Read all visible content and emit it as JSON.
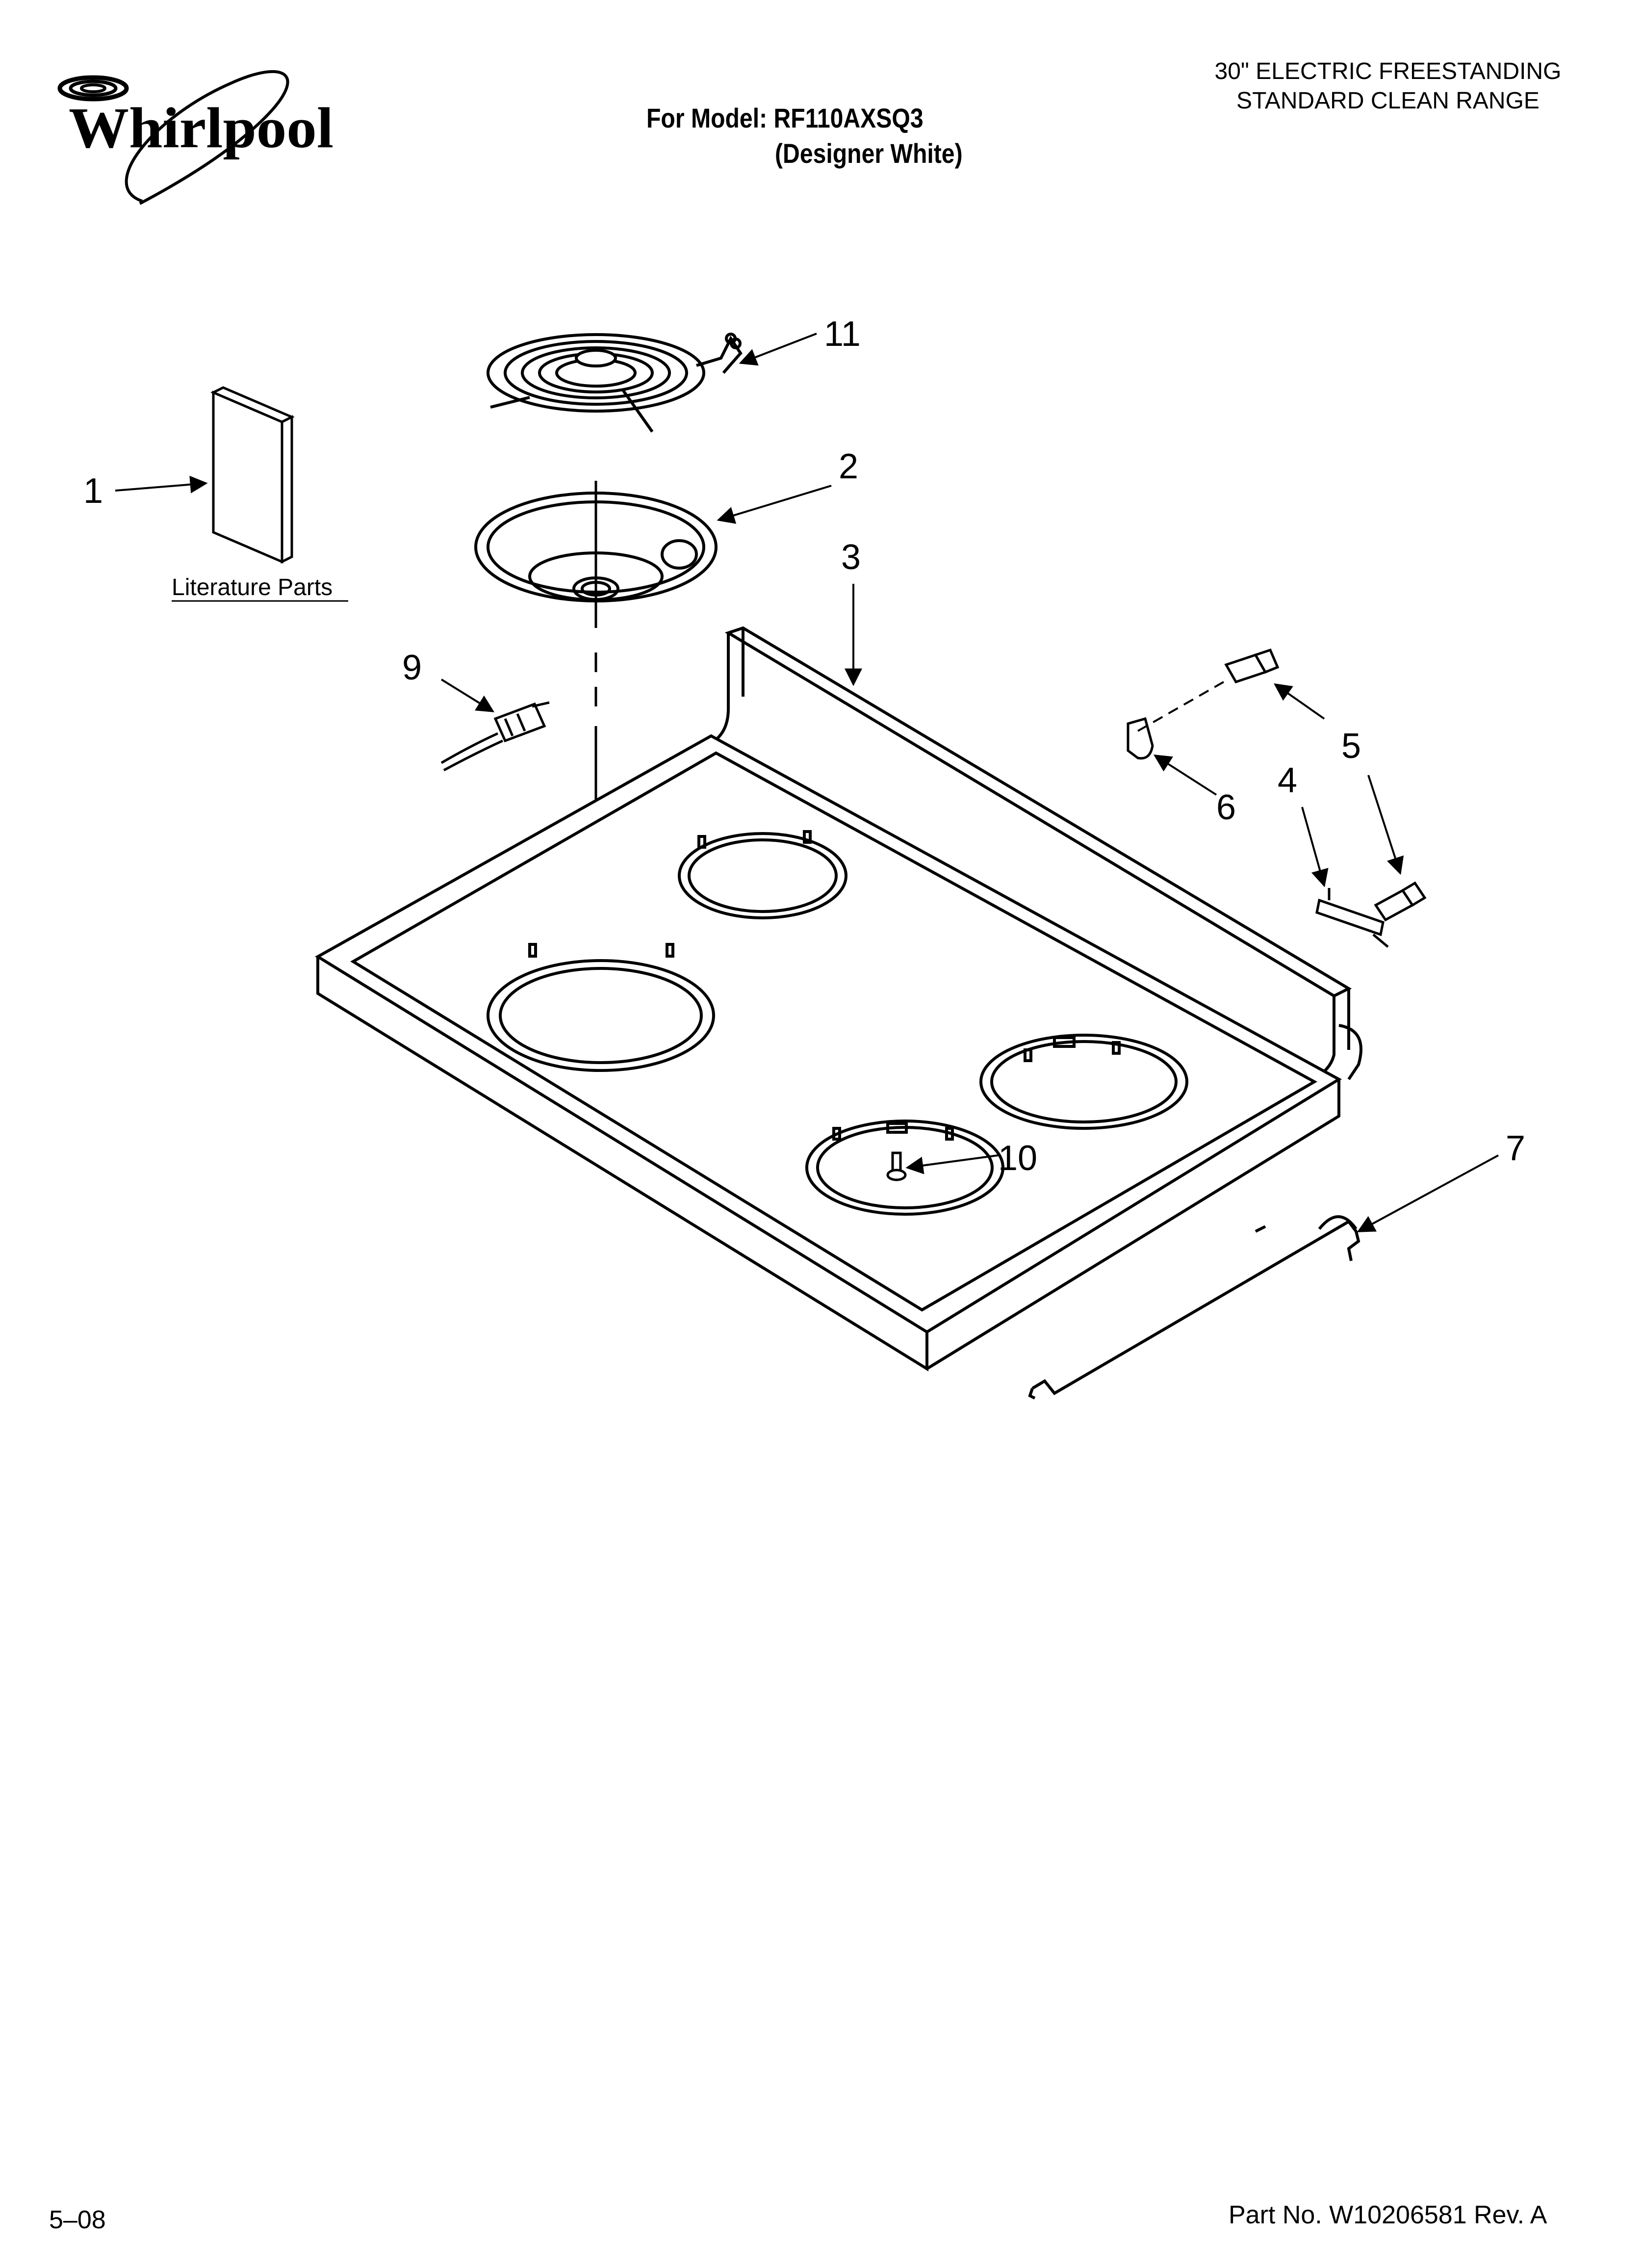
{
  "header": {
    "brand": "Whirlpool",
    "model_line": "For Model: RF110AXSQ3",
    "color_line": "(Designer White)",
    "product_line_1": "30\" ELECTRIC FREESTANDING",
    "product_line_2": "STANDARD CLEAN RANGE"
  },
  "diagram": {
    "literature_label": "Literature Parts",
    "callouts": [
      "1",
      "2",
      "3",
      "4",
      "5",
      "6",
      "7",
      "9",
      "10",
      "11"
    ]
  },
  "footer": {
    "date": "5–08",
    "part_number": "Part No. W10206581 Rev. A"
  }
}
